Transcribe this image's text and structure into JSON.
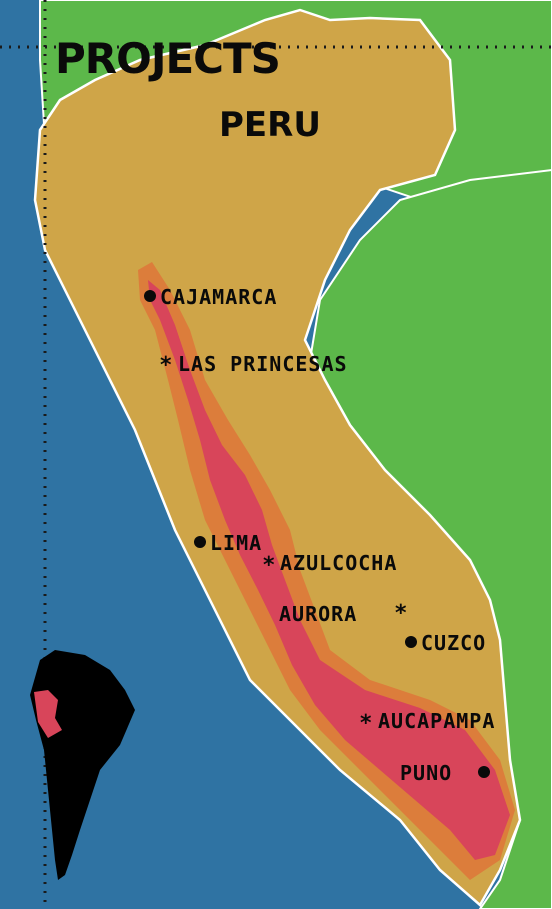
{
  "map": {
    "title": "PROJECTS",
    "country": "PERU",
    "colors": {
      "ocean": "#2f73a3",
      "neighbor_land": "#5cb84a",
      "country_land": "#cfa548",
      "andes_mid": "#dc7d3b",
      "andes_high": "#d8455a",
      "inset_continent": "#000000",
      "inset_highlight": "#d8455a",
      "border": "#ffffff"
    },
    "markers": [
      {
        "id": "cajamarca",
        "label": "CAJAMARCA",
        "symbol": "dot"
      },
      {
        "id": "las-princesas",
        "label": "LAS PRINCESAS",
        "symbol": "star"
      },
      {
        "id": "lima",
        "label": "LIMA",
        "symbol": "dot"
      },
      {
        "id": "azulcocha",
        "label": "AZULCOCHA",
        "symbol": "star"
      },
      {
        "id": "aurora",
        "label": "AURORA",
        "symbol": "star"
      },
      {
        "id": "cuzco",
        "label": "CUZCO",
        "symbol": "dot"
      },
      {
        "id": "aucapampa",
        "label": "AUCAPAMPA",
        "symbol": "star"
      },
      {
        "id": "puno",
        "label": "PUNO",
        "symbol": "dot"
      }
    ]
  }
}
